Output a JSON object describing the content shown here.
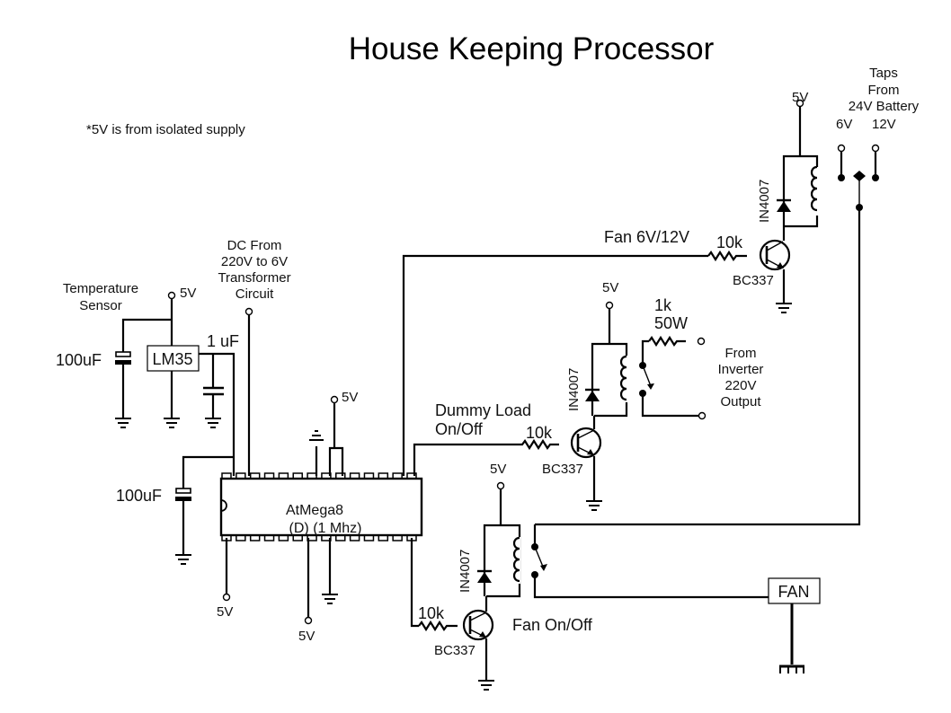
{
  "title": "House Keeping Processor",
  "note": "*5V is from isolated supply",
  "colors": {
    "background": "#ffffff",
    "ink": "#000000"
  },
  "supply_label": "5V",
  "temperature_sensor": {
    "label_line1": "Temperature",
    "label_line2": "Sensor",
    "ic": "LM35",
    "cap_left": "100uF",
    "cap_right": "1 uF"
  },
  "dc_input": {
    "line1": "DC From",
    "line2": "220V to 6V",
    "line3": "Transformer",
    "line4": "Circuit"
  },
  "mcu": {
    "name": "AtMega8",
    "subtitle": "(D) (1 Mhz)",
    "decoupling_cap": "100uF",
    "pins_per_side": 14
  },
  "fan_speed_driver": {
    "signal_label": "Fan 6V/12V",
    "resistor": "10k",
    "transistor": "BC337",
    "diode": "IN4007"
  },
  "battery_taps": {
    "line1": "Taps",
    "line2": "From",
    "line3": "24V Battery",
    "tap_low": "6V",
    "tap_high": "12V"
  },
  "dummy_load_driver": {
    "signal_line1": "Dummy Load",
    "signal_line2": "On/Off",
    "resistor": "10k",
    "transistor": "BC337",
    "diode": "IN4007",
    "load_resistor_line1": "1k",
    "load_resistor_line2": "50W",
    "source_line1": "From",
    "source_line2": "Inverter",
    "source_line3": "220V",
    "source_line4": "Output"
  },
  "fan_onoff_driver": {
    "signal_label": "Fan On/Off",
    "resistor": "10k",
    "transistor": "BC337",
    "diode": "IN4007",
    "load": "FAN"
  }
}
